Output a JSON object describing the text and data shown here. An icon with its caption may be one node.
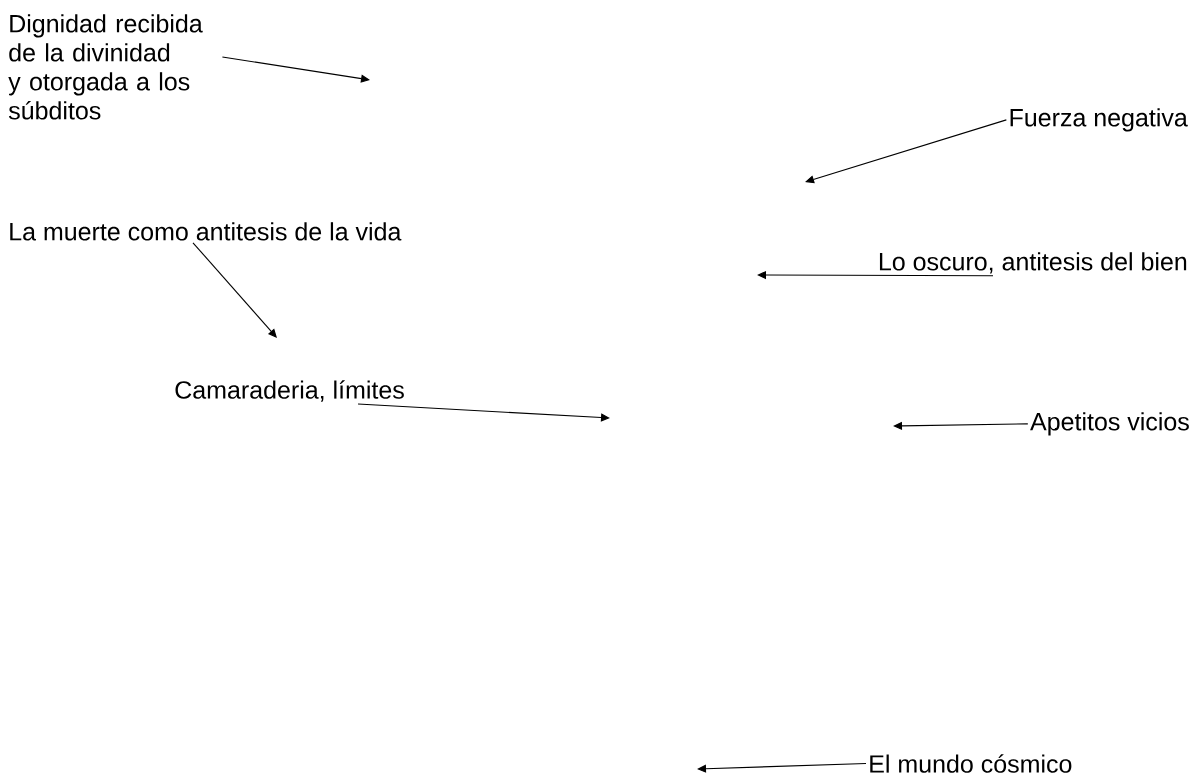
{
  "diagram": {
    "nodes": [
      {
        "text": [
          "Dignidad recibida de la divinidad y otorgada a los súbditos"
        ]
      },
      {
        "text": [
          "Fuerza negativa"
        ]
      },
      {
        "text": [
          "La muerte como antitesis de la vida"
        ]
      },
      {
        "text": [
          "Lo oscuro, antitesis del bien"
        ]
      },
      {
        "text": [
          "Camaraderia, límites"
        ]
      },
      {
        "text": [
          "Apetitos vicios"
        ]
      },
      {
        "text": [
          "El mundo cósmico"
        ]
      }
    ],
    "edges": [
      {
        "from": 0,
        "to": null,
        "arrow": "to"
      },
      {
        "from": 1,
        "to": null,
        "arrow": "to"
      },
      {
        "from": 2,
        "to": null,
        "arrow": "to"
      },
      {
        "from": 3,
        "to": null,
        "arrow": "to"
      },
      {
        "from": 4,
        "to": null,
        "arrow": "to"
      },
      {
        "from": 5,
        "to": null,
        "arrow": "to"
      },
      {
        "from": 6,
        "to": null,
        "arrow": "to"
      }
    ]
  }
}
